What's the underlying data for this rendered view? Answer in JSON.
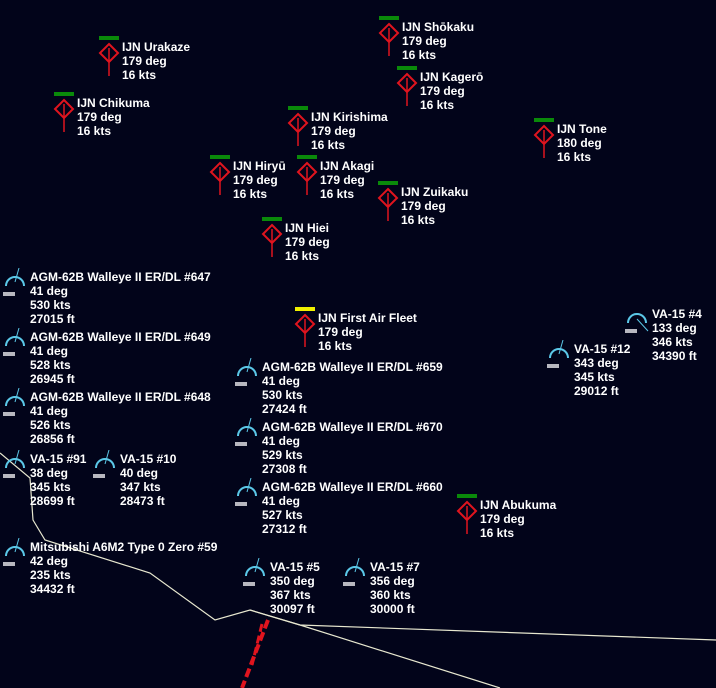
{
  "colors": {
    "background": "#02041a",
    "ship": "#e0141e",
    "aircraft": "#5bc8e8",
    "friendly_bar": "#0a8a0a",
    "flagship_bar": "#f0f000",
    "route": "#e8e8d0"
  },
  "ships": [
    {
      "name": "IJN Urakaze",
      "course": "179 deg",
      "speed": "16 kts"
    },
    {
      "name": "IJN Chikuma",
      "course": "179 deg",
      "speed": "16 kts"
    },
    {
      "name": "IJN Shōkaku",
      "course": "179 deg",
      "speed": "16 kts"
    },
    {
      "name": "IJN Kagerō",
      "course": "179 deg",
      "speed": "16 kts"
    },
    {
      "name": "IJN Tone",
      "course": "180 deg",
      "speed": "16 kts"
    },
    {
      "name": "IJN Hiryū",
      "course": "179 deg",
      "speed": "16 kts"
    },
    {
      "name": "IJN Kirishima",
      "course": "179 deg",
      "speed": "16 kts"
    },
    {
      "name": "IJN Akagi",
      "course": "179 deg",
      "speed": "16 kts"
    },
    {
      "name": "IJN Zuikaku",
      "course": "179 deg",
      "speed": "16 kts"
    },
    {
      "name": "IJN Hiei",
      "course": "179 deg",
      "speed": "16 kts"
    },
    {
      "name": "IJN First Air Fleet",
      "course": "179 deg",
      "speed": "16 kts"
    },
    {
      "name": "IJN Abukuma",
      "course": "179 deg",
      "speed": "16 kts"
    }
  ],
  "aircraft": [
    {
      "name": "VA-15 #4",
      "course": "133 deg",
      "speed": "346 kts",
      "altitude": "34390 ft"
    },
    {
      "name": "VA-15 #12",
      "course": "343 deg",
      "speed": "345 kts",
      "altitude": "29012 ft"
    },
    {
      "name": "AGM-62B Walleye II ER/DL #647",
      "course": "41 deg",
      "speed": "530 kts",
      "altitude": "27015 ft"
    },
    {
      "name": "AGM-62B Walleye II ER/DL #649",
      "course": "41 deg",
      "speed": "528 kts",
      "altitude": "26945 ft"
    },
    {
      "name": "AGM-62B Walleye II ER/DL #648",
      "course": "41 deg",
      "speed": "526 kts",
      "altitude": "26856 ft"
    },
    {
      "name": "AGM-62B Walleye II ER/DL #659",
      "course": "41 deg",
      "speed": "530 kts",
      "altitude": "27424 ft"
    },
    {
      "name": "AGM-62B Walleye II ER/DL #670",
      "course": "41 deg",
      "speed": "529 kts",
      "altitude": "27308 ft"
    },
    {
      "name": "AGM-62B Walleye II ER/DL #660",
      "course": "41 deg",
      "speed": "527 kts",
      "altitude": "27312 ft"
    },
    {
      "name": "VA-15 #91",
      "course": "38 deg",
      "speed": "345 kts",
      "altitude": "28699 ft"
    },
    {
      "name": "VA-15 #10",
      "course": "40 deg",
      "speed": "347 kts",
      "altitude": "28473 ft"
    },
    {
      "name": "Mitsubishi A6M2 Type 0 Zero #59",
      "course": "42 deg",
      "speed": "235 kts",
      "altitude": "34432 ft"
    },
    {
      "name": "VA-15 #5",
      "course": "350 deg",
      "speed": "367 kts",
      "altitude": "30097 ft"
    },
    {
      "name": "VA-15 #7",
      "course": "356 deg",
      "speed": "360 kts",
      "altitude": "30000 ft"
    }
  ]
}
